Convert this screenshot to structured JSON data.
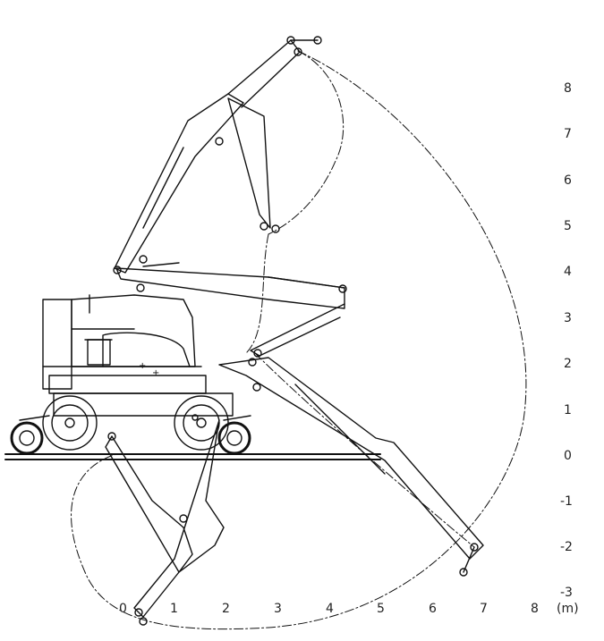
{
  "diagram": {
    "y_axis_labels": [
      "8",
      "7",
      "6",
      "5",
      "4",
      "3",
      "2",
      "1",
      "0",
      "-1",
      "-2",
      "-3"
    ],
    "x_axis_labels": [
      "0",
      "1",
      "2",
      "3",
      "4",
      "5",
      "6",
      "7",
      "8"
    ],
    "unit_label": "(m)"
  }
}
